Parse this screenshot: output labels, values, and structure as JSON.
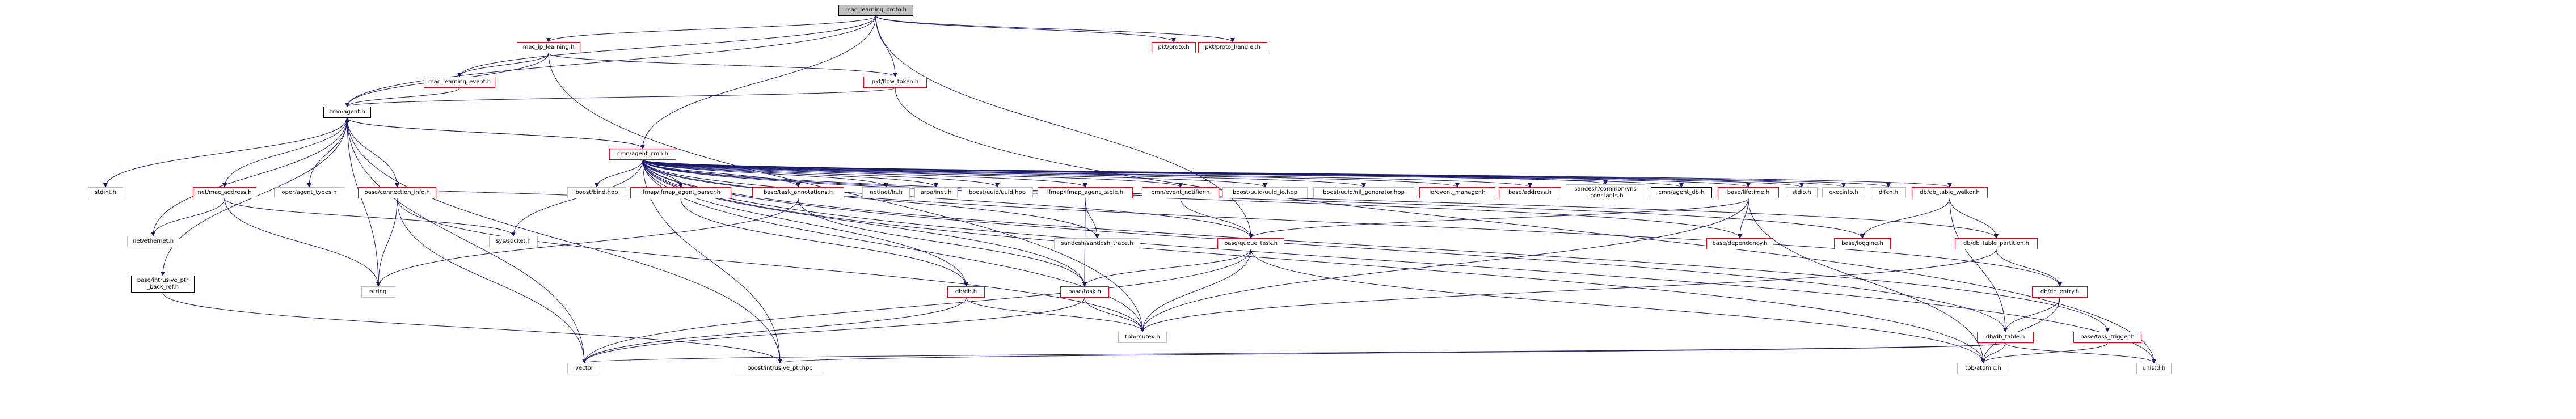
{
  "colors": {
    "edge": "#191970",
    "edge_alt": "#9a9aaf",
    "red_border": "#ff0000",
    "gray_border": "#bfbfbf",
    "root_fill": "#bfbfbf"
  },
  "nodes": [
    {
      "id": "n0",
      "label": "mac_learning_proto.h",
      "style": "root"
    },
    {
      "id": "n1",
      "label": "mac_ip_learning.h",
      "style": "red"
    },
    {
      "id": "n2",
      "label": "mac_learning_event.h",
      "style": "red"
    },
    {
      "id": "n3",
      "label": "pkt/flow_token.h",
      "style": "red"
    },
    {
      "id": "n4",
      "label": "pkt/proto.h",
      "style": "red"
    },
    {
      "id": "n5",
      "label": "pkt/proto_handler.h",
      "style": "red"
    },
    {
      "id": "n6",
      "label": "cmn/agent.h",
      "style": "black"
    },
    {
      "id": "n7",
      "label": "cmn/agent_cmn.h",
      "style": "red"
    },
    {
      "id": "n8",
      "label": "stdint.h",
      "style": "gray"
    },
    {
      "id": "n9",
      "label": "net/mac_address.h",
      "style": "red"
    },
    {
      "id": "n10",
      "label": "oper/agent_types.h",
      "style": "gray"
    },
    {
      "id": "n11",
      "label": "base/connection_info.h",
      "style": "red"
    },
    {
      "id": "n12",
      "label": "net/ethernet.h",
      "style": "gray"
    },
    {
      "id": "n13",
      "label": "base/intrusive_ptr\n_back_ref.h",
      "style": "black"
    },
    {
      "id": "n14",
      "label": "sys/socket.h",
      "style": "gray"
    },
    {
      "id": "n15",
      "label": "string",
      "style": "gray"
    },
    {
      "id": "n16",
      "label": "boost/bind.hpp",
      "style": "gray"
    },
    {
      "id": "n17",
      "label": "ifmap/ifmap_agent_parser.h",
      "style": "red"
    },
    {
      "id": "n18",
      "label": "base/task_annotations.h",
      "style": "red"
    },
    {
      "id": "n19",
      "label": "netinet/in.h",
      "style": "gray"
    },
    {
      "id": "n20",
      "label": "arpa/inet.h",
      "style": "gray"
    },
    {
      "id": "n21",
      "label": "boost/uuid/uuid.hpp",
      "style": "gray"
    },
    {
      "id": "n22",
      "label": "ifmap/ifmap_agent_table.h",
      "style": "red"
    },
    {
      "id": "n23",
      "label": "cmn/event_notifier.h",
      "style": "red"
    },
    {
      "id": "n24",
      "label": "boost/uuid/uuid_io.hpp",
      "style": "gray"
    },
    {
      "id": "n25",
      "label": "boost/uuid/nil_generator.hpp",
      "style": "gray"
    },
    {
      "id": "n26",
      "label": "io/event_manager.h",
      "style": "red"
    },
    {
      "id": "n27",
      "label": "base/address.h",
      "style": "red"
    },
    {
      "id": "n28",
      "label": "sandesh/common/vns\n_constants.h",
      "style": "gray"
    },
    {
      "id": "n29",
      "label": "cmn/agent_db.h",
      "style": "black"
    },
    {
      "id": "n30",
      "label": "base/lifetime.h",
      "style": "red"
    },
    {
      "id": "n31",
      "label": "stdio.h",
      "style": "gray"
    },
    {
      "id": "n32",
      "label": "execinfo.h",
      "style": "gray"
    },
    {
      "id": "n33",
      "label": "dlfcn.h",
      "style": "gray"
    },
    {
      "id": "n34",
      "label": "db/db_table_walker.h",
      "style": "red"
    },
    {
      "id": "n35",
      "label": "sandesh/sandesh_trace.h",
      "style": "gray"
    },
    {
      "id": "n36",
      "label": "base/queue_task.h",
      "style": "red"
    },
    {
      "id": "n37",
      "label": "base/dependency.h",
      "style": "red"
    },
    {
      "id": "n38",
      "label": "base/logging.h",
      "style": "red"
    },
    {
      "id": "n39",
      "label": "db/db_table_partition.h",
      "style": "red"
    },
    {
      "id": "n40",
      "label": "db/db.h",
      "style": "red"
    },
    {
      "id": "n41",
      "label": "base/task.h",
      "style": "red"
    },
    {
      "id": "n42",
      "label": "db/db_entry.h",
      "style": "red"
    },
    {
      "id": "n43",
      "label": "tbb/mutex.h",
      "style": "gray"
    },
    {
      "id": "n44",
      "label": "db/db_table.h",
      "style": "red"
    },
    {
      "id": "n45",
      "label": "base/task_trigger.h",
      "style": "red"
    },
    {
      "id": "n46",
      "label": "vector",
      "style": "gray"
    },
    {
      "id": "n47",
      "label": "boost/intrusive_ptr.hpp",
      "style": "gray"
    },
    {
      "id": "n48",
      "label": "tbb/atomic.h",
      "style": "gray"
    },
    {
      "id": "n49",
      "label": "unistd.h",
      "style": "gray"
    }
  ]
}
